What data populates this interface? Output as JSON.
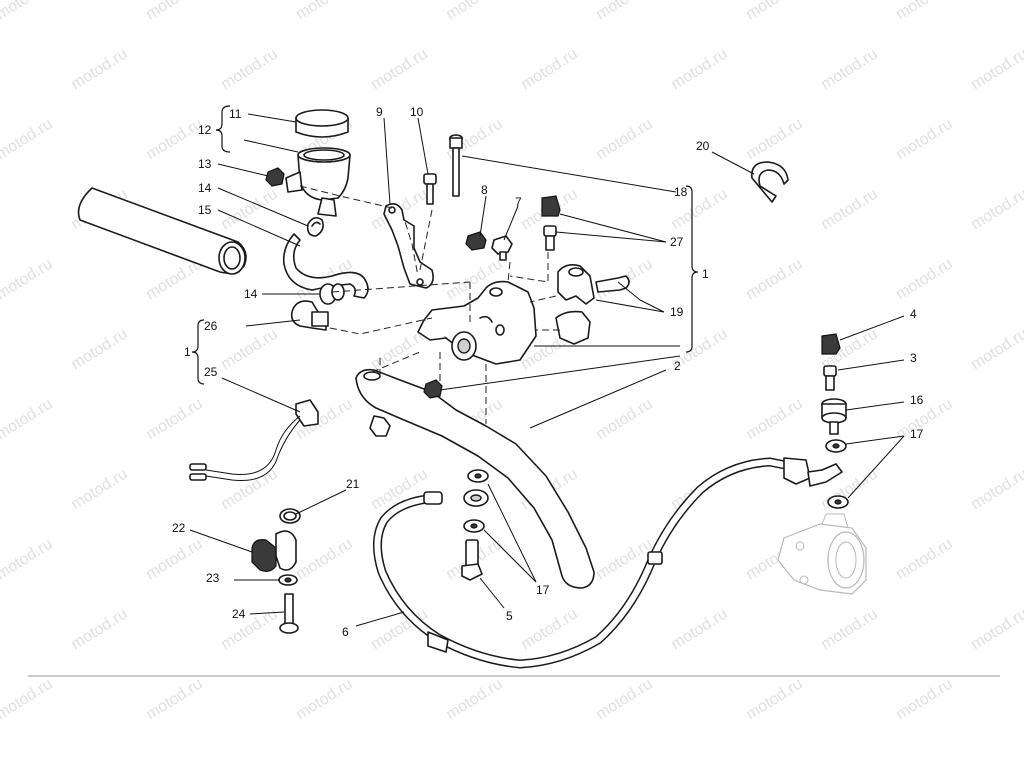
{
  "watermark": {
    "text": "motod.ru"
  },
  "callouts": [
    {
      "id": "c11",
      "label": "11"
    },
    {
      "id": "c12",
      "label": "12"
    },
    {
      "id": "c13",
      "label": "13"
    },
    {
      "id": "c14a",
      "label": "14"
    },
    {
      "id": "c15",
      "label": "15"
    },
    {
      "id": "c14b",
      "label": "14"
    },
    {
      "id": "c26",
      "label": "26"
    },
    {
      "id": "c1a",
      "label": "1"
    },
    {
      "id": "c25",
      "label": "25"
    },
    {
      "id": "c9",
      "label": "9"
    },
    {
      "id": "c10",
      "label": "10"
    },
    {
      "id": "c8",
      "label": "8"
    },
    {
      "id": "c7",
      "label": "7"
    },
    {
      "id": "c27",
      "label": "27"
    },
    {
      "id": "c18",
      "label": "18"
    },
    {
      "id": "c1b",
      "label": "1"
    },
    {
      "id": "c19",
      "label": "19"
    },
    {
      "id": "c2",
      "label": "2"
    },
    {
      "id": "c20",
      "label": "20"
    },
    {
      "id": "c4",
      "label": "4"
    },
    {
      "id": "c3",
      "label": "3"
    },
    {
      "id": "c16",
      "label": "16"
    },
    {
      "id": "c17a",
      "label": "17"
    },
    {
      "id": "c21",
      "label": "21"
    },
    {
      "id": "c22",
      "label": "22"
    },
    {
      "id": "c23",
      "label": "23"
    },
    {
      "id": "c24",
      "label": "24"
    },
    {
      "id": "c6",
      "label": "6"
    },
    {
      "id": "c5",
      "label": "5"
    },
    {
      "id": "c17b",
      "label": "17"
    }
  ]
}
